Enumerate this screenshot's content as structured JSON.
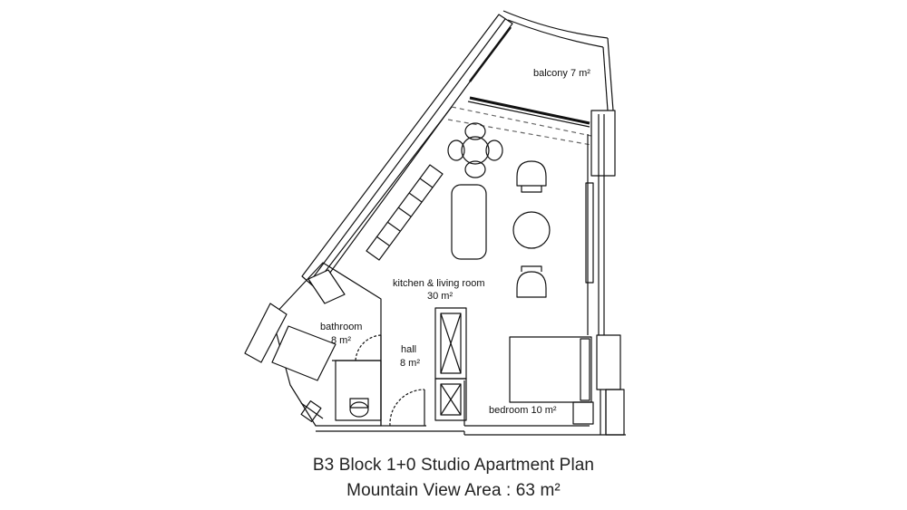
{
  "rooms": {
    "balcony": "balcony 7 m²",
    "kitchen": "kitchen & living room",
    "kitchen_area": "30 m²",
    "bathroom": "bathroom",
    "bathroom_area": "8 m²",
    "hall": "hall",
    "hall_area": "8 m²",
    "bedroom": "bedroom 10 m²"
  },
  "caption": {
    "line1": "B3 Block 1+0 Studio Apartment Plan",
    "line2": "Mountain View Area : 63 m²"
  }
}
